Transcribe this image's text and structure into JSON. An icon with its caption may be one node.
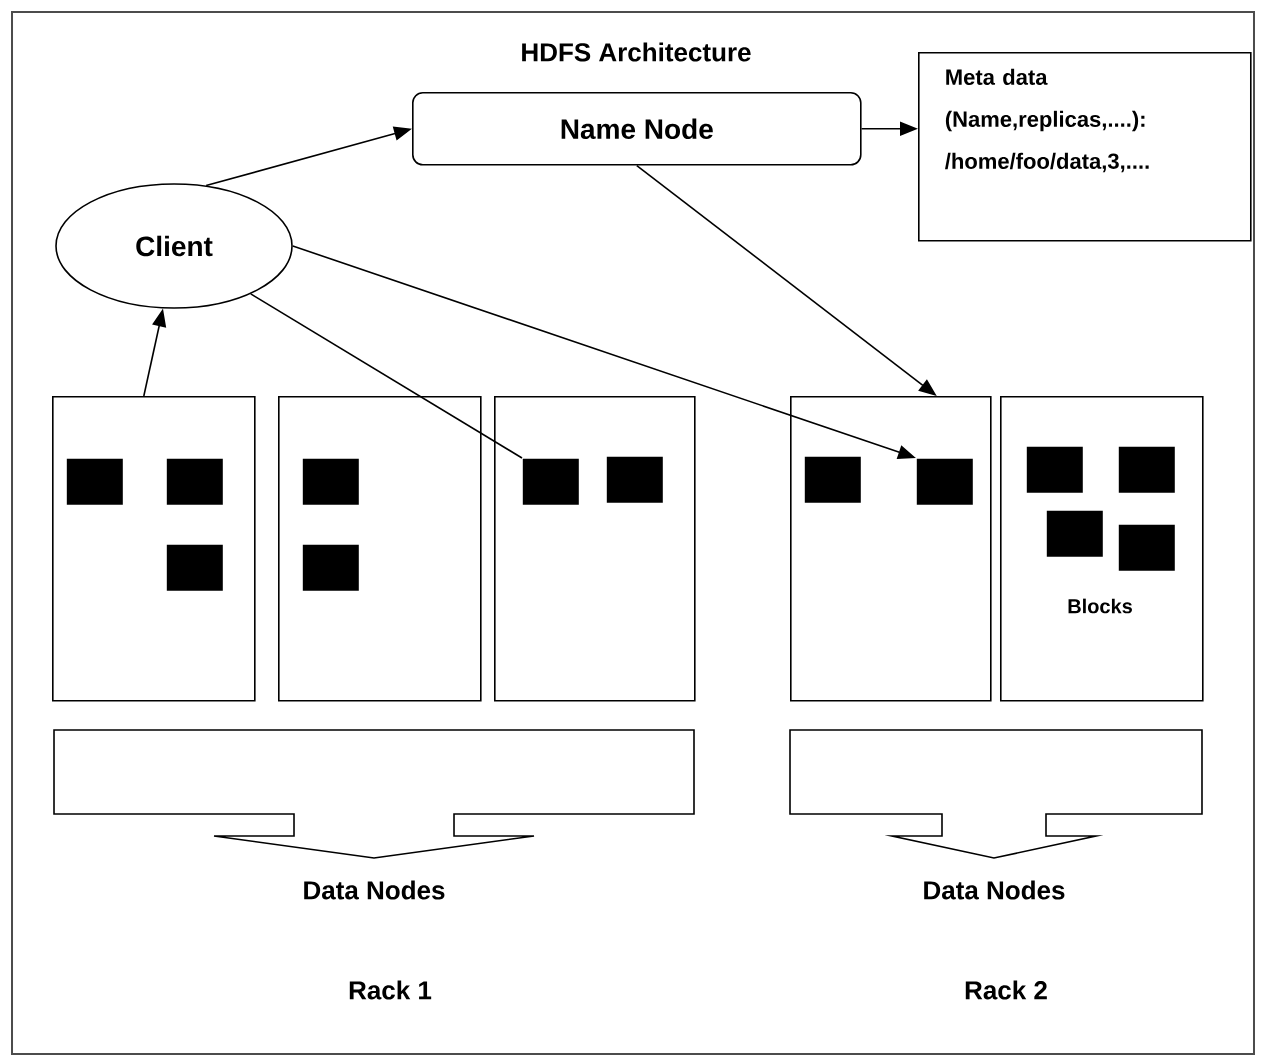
{
  "diagram": {
    "title": "HDFS Architecture",
    "nodes": [
      {
        "text": [
          "Name Node"
        ]
      },
      {
        "text": [
          "Meta data (Name,replicas,....): /home/foo/data,3,...."
        ]
      },
      {
        "text": [
          "Client"
        ]
      },
      {
        "text": [],
        "shape": "box"
      },
      {
        "text": [],
        "shape": "box"
      },
      {
        "text": [],
        "shape": "box"
      },
      {
        "text": [],
        "shape": "box"
      },
      {
        "text": [
          "Blocks"
        ]
      },
      {
        "text": [],
        "shape": "box",
        "in": 3
      },
      {
        "text": [],
        "shape": "box",
        "in": 3
      },
      {
        "text": [],
        "shape": "box",
        "in": 3
      },
      {
        "text": [],
        "shape": "box",
        "in": 4
      },
      {
        "text": [],
        "shape": "box",
        "in": 4
      },
      {
        "text": [],
        "shape": "box",
        "in": 5
      },
      {
        "text": [],
        "shape": "box",
        "in": 5
      },
      {
        "text": [],
        "shape": "box",
        "in": 6
      },
      {
        "text": [],
        "shape": "box",
        "in": 6
      },
      {
        "text": [],
        "shape": "box",
        "in": 7
      },
      {
        "text": [],
        "shape": "box",
        "in": 7
      },
      {
        "text": [],
        "shape": "box",
        "in": 7
      },
      {
        "text": [],
        "shape": "box",
        "in": 7
      },
      {
        "text": [
          "Data Nodes"
        ]
      },
      {
        "text": [
          "Data Nodes"
        ]
      }
    ],
    "edges": [
      {
        "from": 2,
        "to": 0,
        "arrow": "to"
      },
      {
        "from": 0,
        "to": 1,
        "arrow": "to"
      },
      {
        "from": 0,
        "to": 6,
        "arrow": "to"
      },
      {
        "from": 2,
        "to": 16,
        "arrow": "to"
      },
      {
        "from": 2,
        "to": 13,
        "arrow": "none"
      },
      {
        "from": 3,
        "to": 2,
        "arrow": "to"
      }
    ],
    "labels": [
      "Rack 1",
      "Rack 2"
    ]
  }
}
